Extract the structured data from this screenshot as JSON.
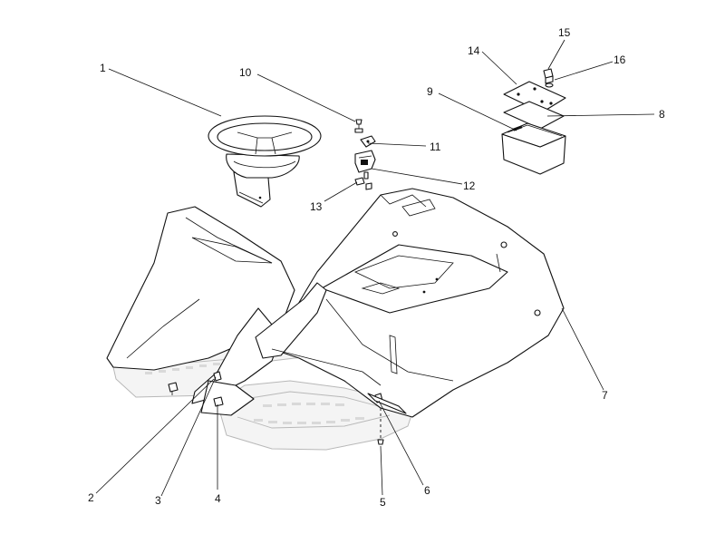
{
  "callouts": {
    "c1": "1",
    "c2": "2",
    "c3": "3",
    "c4": "4",
    "c5": "5",
    "c6": "6",
    "c7": "7",
    "c8": "8",
    "c9": "9",
    "c10": "10",
    "c11": "11",
    "c12": "12",
    "c13": "13",
    "c14": "14",
    "c15": "15",
    "c16": "16"
  },
  "colors": {
    "line": "#111111",
    "ghost": "#b8b8b8",
    "background": "#ffffff"
  }
}
